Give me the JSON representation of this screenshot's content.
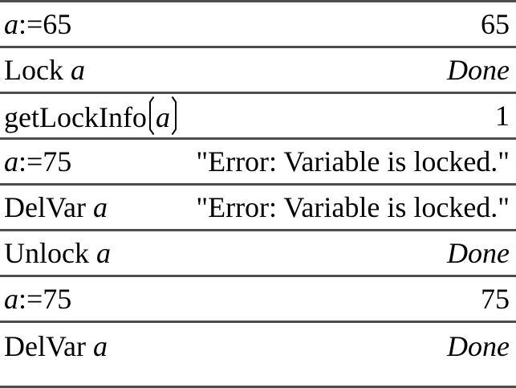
{
  "colors": {
    "background": "#ffffff",
    "text": "#000000",
    "divider": "#4d4d4d"
  },
  "rows": [
    {
      "segments": [
        {
          "t": "a",
          "style": "var"
        },
        {
          "t": ":=65",
          "style": "plain"
        }
      ],
      "result": {
        "t": "65",
        "style": "plain"
      }
    },
    {
      "segments": [
        {
          "t": "Lock ",
          "style": "plain"
        },
        {
          "t": "a",
          "style": "var"
        }
      ],
      "result": {
        "t": "Done",
        "style": "italic"
      }
    },
    {
      "segments": [
        {
          "t": "getLockInfo",
          "style": "plain"
        },
        {
          "t": "a",
          "style": "var-in-parens"
        }
      ],
      "result": {
        "t": "1",
        "style": "plain"
      }
    },
    {
      "segments": [
        {
          "t": "a",
          "style": "var"
        },
        {
          "t": ":=75",
          "style": "plain"
        }
      ],
      "result": {
        "t": "\"Error: Variable is locked.\"",
        "style": "plain"
      }
    },
    {
      "segments": [
        {
          "t": "DelVar ",
          "style": "plain"
        },
        {
          "t": "a",
          "style": "var"
        }
      ],
      "result": {
        "t": "\"Error: Variable is locked.\"",
        "style": "plain"
      }
    },
    {
      "segments": [
        {
          "t": "Unlock ",
          "style": "plain"
        },
        {
          "t": "a",
          "style": "var"
        }
      ],
      "result": {
        "t": "Done",
        "style": "italic"
      }
    },
    {
      "segments": [
        {
          "t": "a",
          "style": "var"
        },
        {
          "t": ":=75",
          "style": "plain"
        }
      ],
      "result": {
        "t": "75",
        "style": "plain"
      }
    },
    {
      "segments": [
        {
          "t": "DelVar ",
          "style": "plain"
        },
        {
          "t": "a",
          "style": "var"
        }
      ],
      "result": {
        "t": "Done",
        "style": "italic"
      }
    }
  ]
}
